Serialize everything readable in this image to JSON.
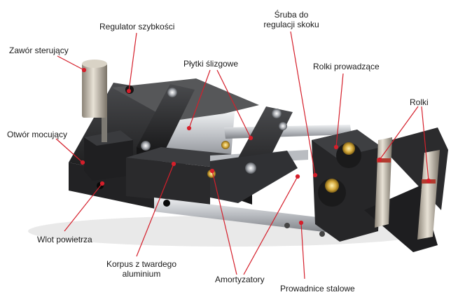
{
  "labels": {
    "regulator": "Regulator szybkości",
    "zawor": "Zawór sterujący",
    "plytki": "Płytki ślizgowe",
    "sruba_1": "Śruba do",
    "sruba_2": "regulacji skoku",
    "rolki_prow": "Rolki prowadzące",
    "rolki": "Rolki",
    "otwor": "Otwór mocujący",
    "wlot": "Wlot powietrza",
    "korpus_1": "Korpus z twardego",
    "korpus_2": "aluminium",
    "amortyzatory": "Amortyzatory",
    "prowadnice": "Prowadnice stalowe"
  },
  "colors": {
    "leader": "#d51f2b",
    "metal_dark": "#2a2a2c",
    "metal_light": "#c9cbcf",
    "brass": "#c9a23a"
  }
}
